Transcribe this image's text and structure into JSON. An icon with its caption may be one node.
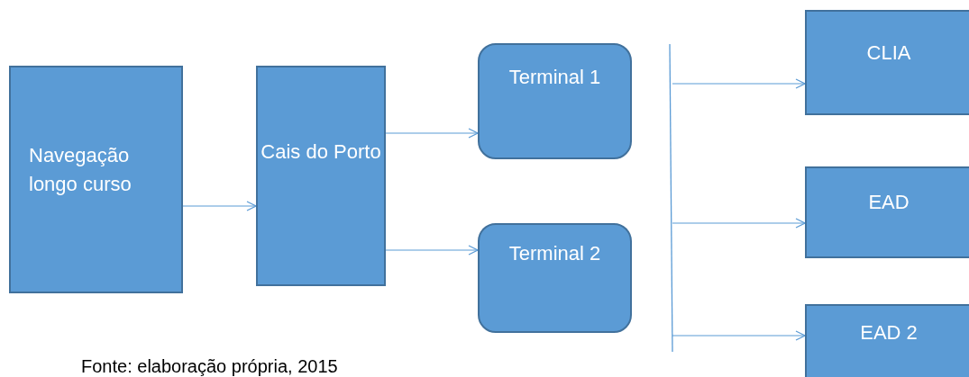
{
  "diagram": {
    "caption": "Fonte: elaboração própria, 2015",
    "nodes": [
      {
        "text": [
          "Navegação longo curso"
        ]
      },
      {
        "text": [
          "Cais do Porto"
        ]
      },
      {
        "text": [
          "Terminal 1"
        ]
      },
      {
        "text": [
          "Terminal 2"
        ]
      },
      {
        "text": [],
        "shape": "bar"
      },
      {
        "text": [
          "CLIA"
        ]
      },
      {
        "text": [
          "EAD"
        ]
      },
      {
        "text": [
          "EAD 2"
        ]
      }
    ],
    "edges": [
      {
        "from": 0,
        "to": 1,
        "arrow": "to"
      },
      {
        "from": 1,
        "to": 2,
        "arrow": "to"
      },
      {
        "from": 1,
        "to": 3,
        "arrow": "to"
      },
      {
        "from": 4,
        "to": 5,
        "arrow": "to"
      },
      {
        "from": 4,
        "to": 6,
        "arrow": "to"
      },
      {
        "from": 4,
        "to": 7,
        "arrow": "to"
      }
    ]
  }
}
